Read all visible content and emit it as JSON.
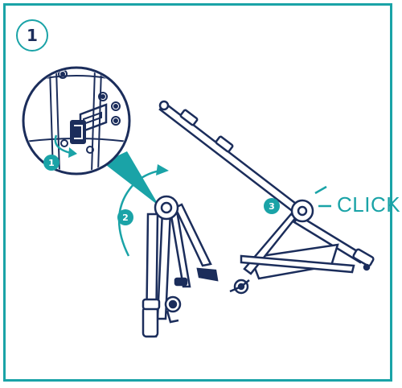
{
  "figure": {
    "step_number": "1",
    "callouts": [
      "1",
      "2",
      "3"
    ],
    "click_text": "CLICK",
    "colors": {
      "accent": "#1aa3a7",
      "line": "#1b2d5b",
      "background": "#ffffff"
    }
  }
}
